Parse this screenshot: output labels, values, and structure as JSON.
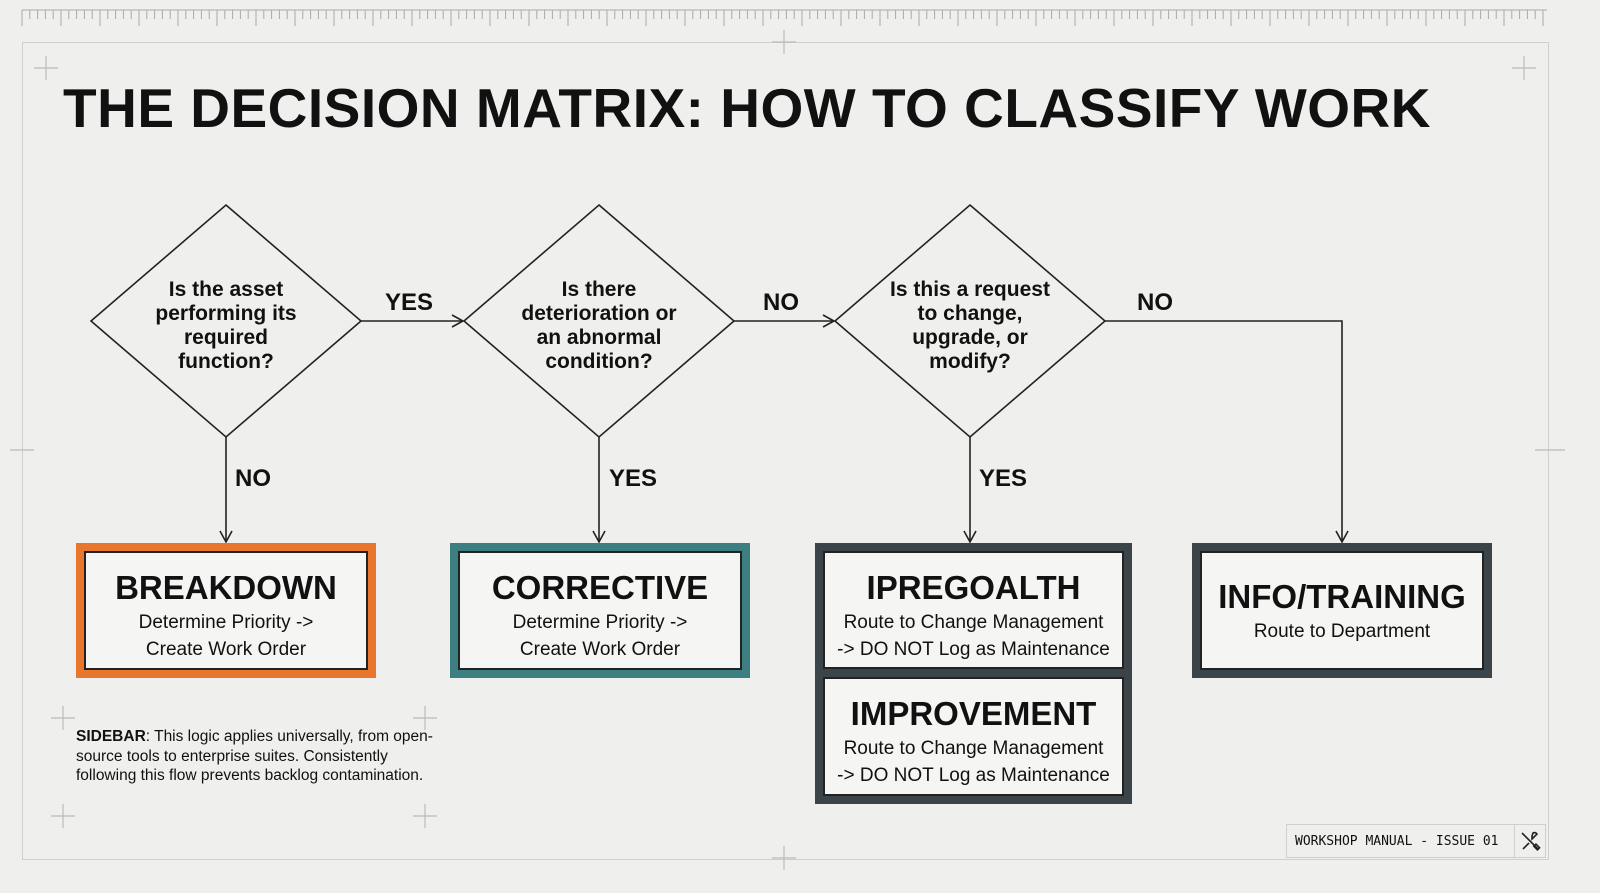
{
  "title": "THE DECISION MATRIX: HOW TO CLASSIFY WORK",
  "decisions": [
    {
      "question": "Is the asset performing its required function?"
    },
    {
      "question": "Is there deterioration or an abnormal condition?"
    },
    {
      "question": "Is this a request to change, upgrade, or modify?"
    }
  ],
  "edges": {
    "d1_right": "YES",
    "d2_right": "NO",
    "d3_right": "NO",
    "d1_down": "NO",
    "d2_down": "YES",
    "d3_down": "YES"
  },
  "outcomes": {
    "breakdown": {
      "title": "BREAKDOWN",
      "line1": "Determine Priority ->",
      "line2": "Create Work Order",
      "color": "#e8762c"
    },
    "corrective": {
      "title": "CORRECTIVE",
      "line1": "Determine Priority ->",
      "line2": "Create Work Order",
      "color": "#3d7f80"
    },
    "ipregoalth": {
      "title": "IPREGOALTH",
      "line1": "Route to Change Management",
      "line2": "-> DO NOT Log as Maintenance",
      "color": "#3b4448"
    },
    "improvement": {
      "title": "IMPROVEMENT",
      "line1": "Route to Change Management",
      "line2": "-> DO NOT Log as Maintenance",
      "color": "#3b4448"
    },
    "info": {
      "title": "INFO/TRAINING",
      "line1": "Route to Department",
      "color": "#3b4448"
    }
  },
  "sidebar": {
    "label": "SIDEBAR",
    "text": ": This logic applies universally, from open-source tools to enterprise suites. Consistently following this flow prevents backlog contamination."
  },
  "footer": {
    "text": "WORKSHOP MANUAL - ISSUE 01",
    "icon": "tools-icon"
  }
}
